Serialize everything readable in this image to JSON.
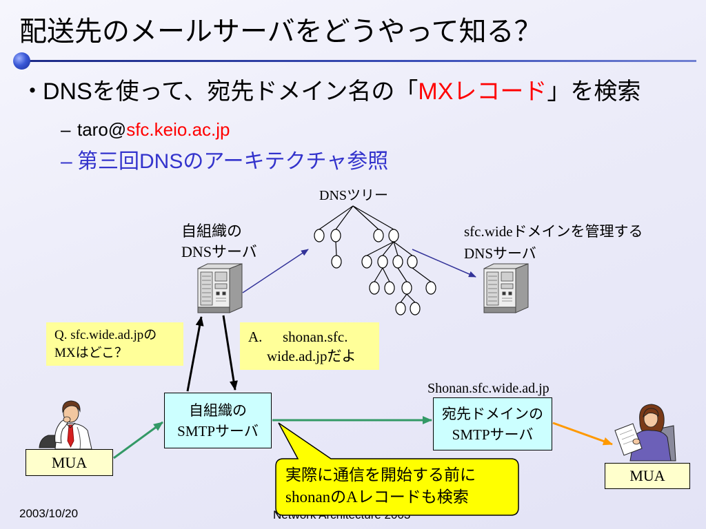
{
  "slide": {
    "title": "配送先のメールサーバをどうやって知る？",
    "bullet": {
      "marker": "・",
      "text_before": "DNSを使って、宛先ドメイン名の「",
      "highlight": "MXレコード",
      "text_after": "」を検索"
    },
    "sub_bullets": [
      {
        "marker": "–",
        "prefix": "taro@",
        "domain": "sfc.keio.ac.jp"
      },
      {
        "marker": "–",
        "text": "第三回DNSのアーキテクチャ参照"
      }
    ]
  },
  "diagram": {
    "tree_label": "DNSツリー",
    "local_dns_label": [
      "自組織の",
      "DNSサーバ"
    ],
    "remote_dns_label": [
      "sfc.wideドメインを管理する",
      "DNSサーバ"
    ],
    "query_box": [
      "Q. sfc.wide.ad.jpの",
      "MXはどこ？"
    ],
    "answer_box": {
      "prefix": "A.",
      "lines": [
        "shonan.sfc.",
        "wide.ad.jpだよ"
      ]
    },
    "local_smtp_box": [
      "自組織の",
      "SMTPサーバ"
    ],
    "remote_host": "Shonan.sfc.wide.ad.jp",
    "remote_smtp_box": [
      "宛先ドメインの",
      "SMTPサーバ"
    ],
    "callout": [
      "実際に通信を開始する前に",
      "shonanのAレコードも検索"
    ],
    "sender_label": "MUA",
    "recipient_label": "MUA"
  },
  "footer": {
    "date": "2003/10/20",
    "center": "Network Architecture 2003"
  },
  "icons": {
    "local_dns": "server-tower-icon",
    "remote_dns": "server-tower-icon",
    "sender": "man-at-desk-icon",
    "recipient": "woman-with-papers-icon"
  },
  "colors": {
    "highlight": "#ff0000",
    "reference": "#3333cc",
    "query_box": "#ffff99",
    "smtp_box": "#ccffff",
    "mua_box": "#ffffcc",
    "callout": "#ffff00",
    "dns_arrow": "#333399",
    "mail_arrow": "#339966",
    "delivery_arrow": "#ff9900"
  }
}
